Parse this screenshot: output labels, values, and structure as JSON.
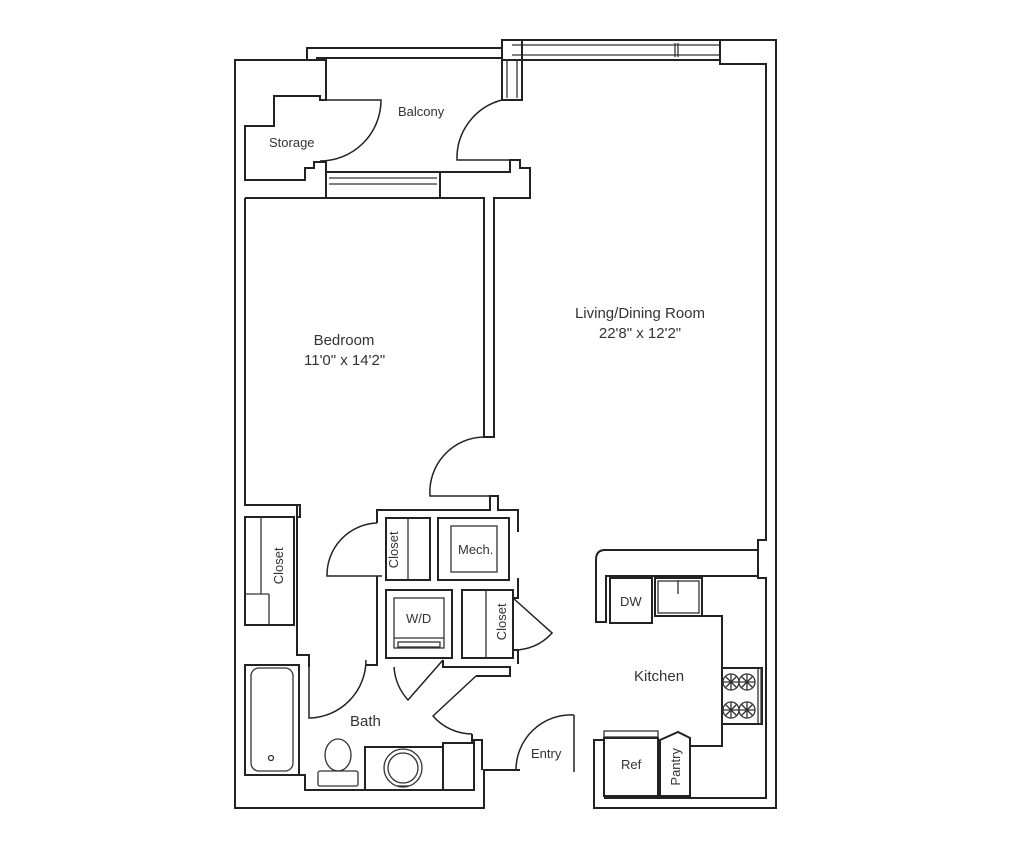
{
  "floorplan": {
    "rooms": {
      "balcony": {
        "name": "Balcony"
      },
      "storage": {
        "name": "Storage"
      },
      "living": {
        "name": "Living/Dining Room",
        "dims": "22'8\" x 12'2\""
      },
      "bedroom": {
        "name": "Bedroom",
        "dims": "11'0\" x 14'2\""
      },
      "closet_left": {
        "name": "Closet"
      },
      "closet_mid": {
        "name": "Closet"
      },
      "mech": {
        "name": "Mech."
      },
      "wd": {
        "name": "W/D"
      },
      "closet_right": {
        "name": "Closet"
      },
      "kitchen": {
        "name": "Kitchen"
      },
      "bath": {
        "name": "Bath"
      },
      "entry": {
        "name": "Entry"
      },
      "dw": {
        "name": "DW"
      },
      "ref": {
        "name": "Ref"
      },
      "pantry": {
        "name": "Pantry"
      }
    },
    "colors": {
      "line": "#222222",
      "text": "#333333",
      "background": "#ffffff"
    }
  }
}
